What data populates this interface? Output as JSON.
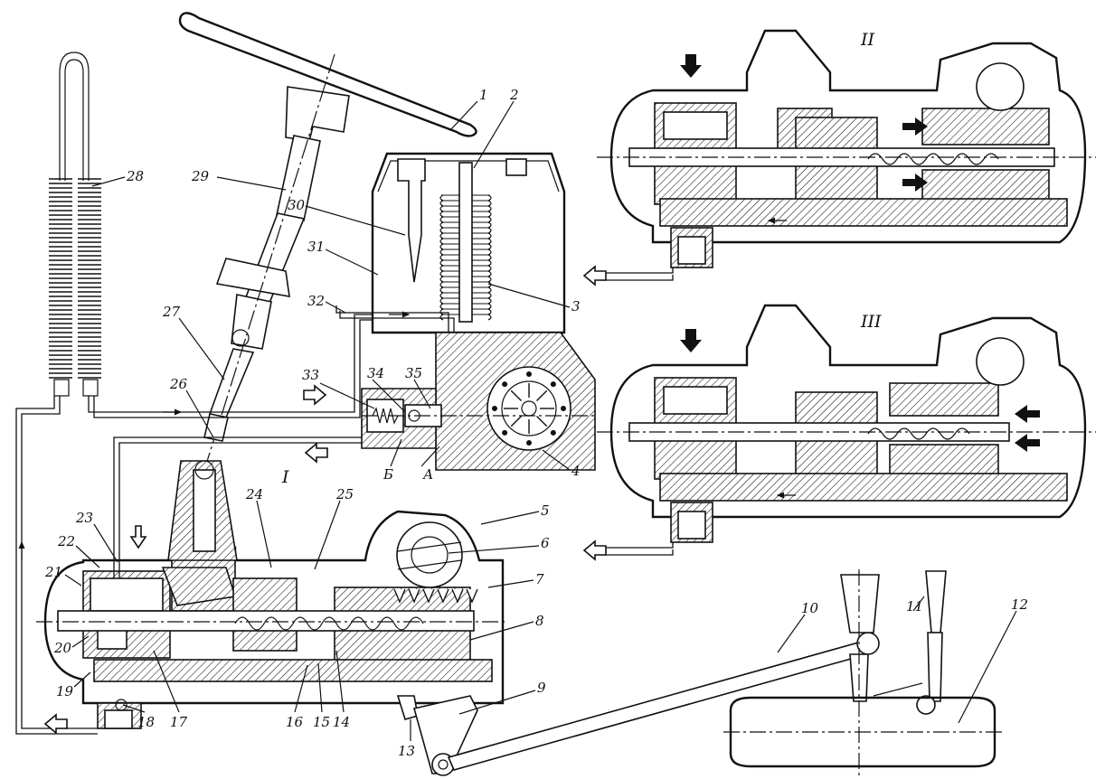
{
  "labels": {
    "n1": "1",
    "n2": "2",
    "n3": "3",
    "n4": "4",
    "n5": "5",
    "n6": "6",
    "n7": "7",
    "n8": "8",
    "n9": "9",
    "n10": "10",
    "n11": "11",
    "n12": "12",
    "n13": "13",
    "n14": "14",
    "n15": "15",
    "n16": "16",
    "n17": "17",
    "n18": "18",
    "n19": "19",
    "n20": "20",
    "n21": "21",
    "n22": "22",
    "n23": "23",
    "n24": "24",
    "n25": "25",
    "n26": "26",
    "n27": "27",
    "n28": "28",
    "n29": "29",
    "n30": "30",
    "n31": "31",
    "n32": "32",
    "n33": "33",
    "n34": "34",
    "n35": "35",
    "letterA": "А",
    "letterB": "Б"
  },
  "views": {
    "main": "I",
    "top_right": "II",
    "mid_right": "III"
  }
}
